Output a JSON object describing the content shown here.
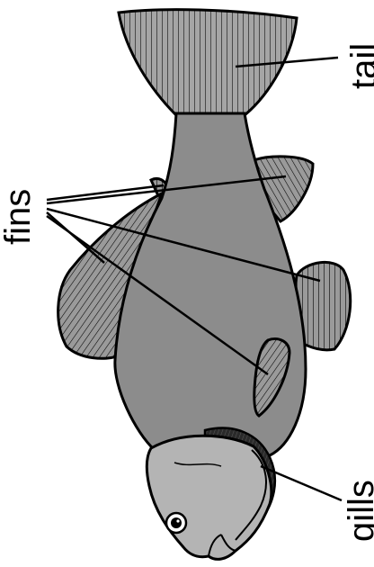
{
  "labels": {
    "tail": "tail",
    "fins": "fins",
    "gills": "gills"
  },
  "colors": {
    "body": "#8c8c8c",
    "head": "#b4b4b4",
    "fin": "#9a9a9a",
    "outline": "#000000",
    "background": "#ffffff"
  }
}
